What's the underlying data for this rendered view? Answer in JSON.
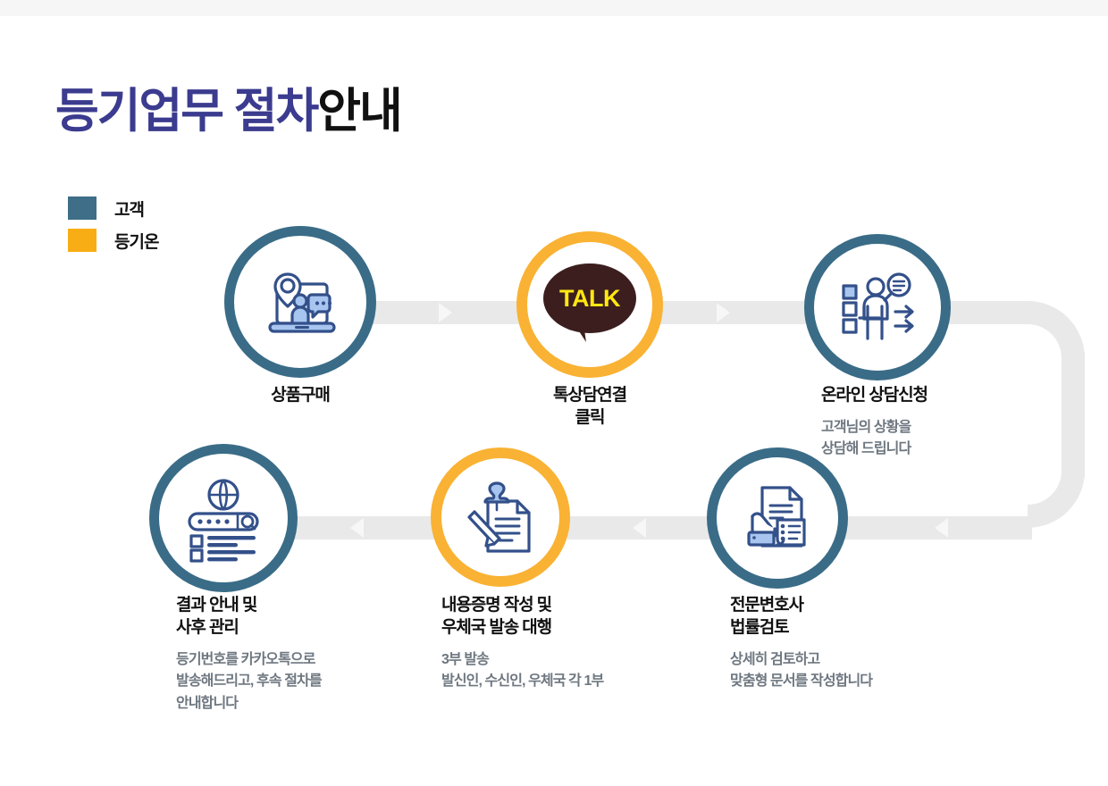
{
  "page": {
    "title_accent": "등기업무 절차",
    "title_plain": "안내",
    "background_color": "#ffffff",
    "topbar_color": "#f6f6f7"
  },
  "legend": {
    "items": [
      {
        "label": "고객",
        "color": "#3e6e88",
        "swatch_name": "legend-swatch-customer"
      },
      {
        "label": "등기온",
        "color": "#f9ad15",
        "swatch_name": "legend-swatch-deunggion"
      }
    ]
  },
  "colors": {
    "teal_ring": "#3a6c87",
    "amber_ring": "#f9b233",
    "track": "#e9e9e9",
    "arrow": "#f7f7f7",
    "icon_stroke": "#33508a",
    "icon_fill": "#a8c5f0",
    "title_accent": "#3b3b8f",
    "title_plain": "#111111",
    "desc_text": "#6e7780",
    "kakao_bubble": "#3c1e1e",
    "kakao_text": "#ffe812"
  },
  "flow": {
    "steps": [
      {
        "index": 1,
        "title": "상품구매",
        "title_lines": [
          "상품구매"
        ],
        "desc_lines": [],
        "owner": "고객",
        "ring_color": "#3a6c87",
        "icon_name": "laptop-consult-icon"
      },
      {
        "index": 2,
        "title": "톡상담연결 클릭",
        "title_lines": [
          "톡상담연결",
          "클릭"
        ],
        "desc_lines": [],
        "owner": "고객",
        "ring_color": "#f9b233",
        "icon_name": "kakaotalk-bubble-icon",
        "icon_text": "TALK"
      },
      {
        "index": 3,
        "title": "온라인 상담신청",
        "title_lines": [
          "온라인 상담신청"
        ],
        "desc_lines": [
          "고객님의 상황을",
          "상담해 드립니다"
        ],
        "owner": "고객",
        "ring_color": "#3a6c87",
        "icon_name": "person-checklist-icon"
      },
      {
        "index": 4,
        "title": "전문변호사 법률검토",
        "title_lines": [
          "전문변호사",
          "법률검토"
        ],
        "desc_lines": [
          "상세히 검토하고",
          "맞춤형 문서를 작성합니다"
        ],
        "owner": "등기온",
        "ring_color": "#3a6c87",
        "icon_name": "hand-document-review-icon"
      },
      {
        "index": 5,
        "title": "내용증명 작성 및 우체국 발송 대행",
        "title_lines": [
          "내용증명 작성 및",
          "우체국 발송 대행"
        ],
        "desc_lines": [
          "3부 발송",
          "발신인, 수신인, 우체국 각 1부"
        ],
        "owner": "등기온",
        "ring_color": "#f9b233",
        "icon_name": "pin-document-pencil-icon"
      },
      {
        "index": 6,
        "title": "결과 안내 및 사후 관리",
        "title_lines": [
          "결과 안내 및",
          "사후 관리"
        ],
        "desc_lines": [
          "등기번호를 카카오톡으로",
          "발송해드리고, 후속 절차를",
          "안내합니다"
        ],
        "owner": "고객",
        "ring_color": "#3a6c87",
        "icon_name": "globe-search-result-icon"
      }
    ],
    "connectors": [
      {
        "name": "connector-step1-step2",
        "direction": "right"
      },
      {
        "name": "connector-step2-step3",
        "direction": "right"
      },
      {
        "name": "connector-step3-step4",
        "direction": "down-left-uturn"
      },
      {
        "name": "connector-step4-step5",
        "direction": "left"
      },
      {
        "name": "connector-step5-step6",
        "direction": "left"
      }
    ]
  }
}
